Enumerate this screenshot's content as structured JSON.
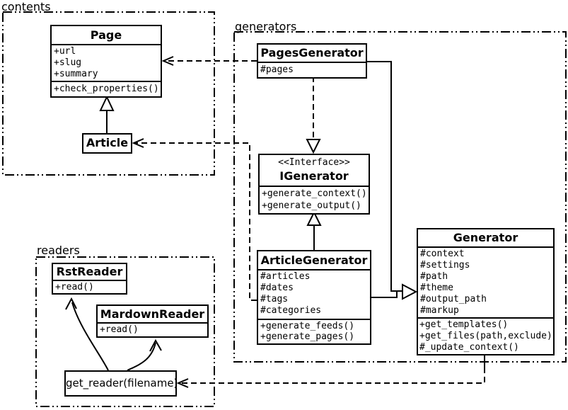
{
  "diagram": {
    "packages": {
      "contents": {
        "label": "contents"
      },
      "generators": {
        "label": "generators"
      },
      "readers": {
        "label": "readers"
      }
    },
    "classes": {
      "page": {
        "title": "Page",
        "attributes": [
          "+url",
          "+slug",
          "+summary"
        ],
        "methods": [
          "+check_properties()"
        ]
      },
      "article": {
        "title": "Article"
      },
      "pagesGenerator": {
        "title": "PagesGenerator",
        "attributes": [
          "#pages"
        ]
      },
      "iGenerator": {
        "stereotype": "<<Interface>>",
        "title": "IGenerator",
        "methods": [
          "+generate_context()",
          "+generate_output()"
        ]
      },
      "articleGenerator": {
        "title": "ArticleGenerator",
        "attributes": [
          "#articles",
          "#dates",
          "#tags",
          "#categories"
        ],
        "methods": [
          "+generate_feeds()",
          "+generate_pages()"
        ]
      },
      "generator": {
        "title": "Generator",
        "attributes": [
          "#context",
          "#settings",
          "#path",
          "#theme",
          "#output_path",
          "#markup"
        ],
        "methods": [
          "+get_templates()",
          "+get_files(path,exclude)",
          "#_update_context()"
        ]
      },
      "rstReader": {
        "title": "RstReader",
        "methods": [
          "+read()"
        ]
      },
      "markdownReader": {
        "title": "MardownReader",
        "methods": [
          "+read()"
        ]
      },
      "getReader": {
        "label": "get_reader(filename)"
      }
    },
    "colors": {
      "line": "#000000",
      "background": "#ffffff",
      "box_fill": "#ffffff"
    }
  }
}
